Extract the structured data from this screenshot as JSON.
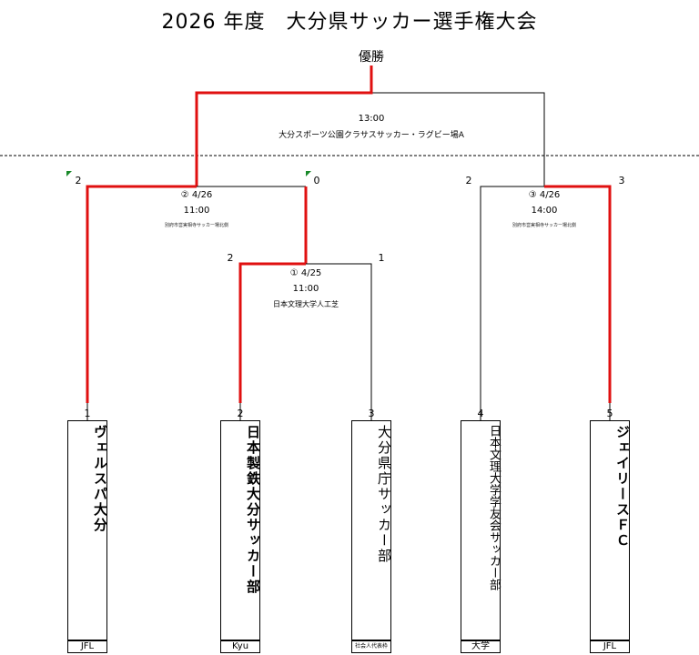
{
  "title": "2026 年度　大分県サッカー選手権大会",
  "champion_label": "優勝",
  "final": {
    "time": "13:00",
    "venue": "大分スポーツ公園クラサスサッカー・ラグビー場A"
  },
  "matches": [
    {
      "label": "② 4/26",
      "time": "11:00",
      "venue": "別府市営実相寺サッカー場北側",
      "score_left": "2",
      "score_right": "0"
    },
    {
      "label": "① 4/25",
      "time": "11:00",
      "venue": "日本文理大学人工芝",
      "score_left": "2",
      "score_right": "1"
    },
    {
      "label": "③ 4/26",
      "time": "14:00",
      "venue": "別府市営実相寺サッカー場北側",
      "score_left": "2",
      "score_right": "3"
    }
  ],
  "teams": [
    {
      "seed": "1",
      "name": "ヴェルスパ大分",
      "category": "JFL"
    },
    {
      "seed": "2",
      "name": "日本製鉄大分サッカー部",
      "category": "Kyu"
    },
    {
      "seed": "3",
      "name": "大分県庁サッカー部",
      "category": "社会人代表枠"
    },
    {
      "seed": "4",
      "name": "日本文理大学学友会サッカー部",
      "category": "大学"
    },
    {
      "seed": "5",
      "name": "ジェイリースＦＣ",
      "category": "JFL"
    }
  ],
  "colors": {
    "winner_line": "#e01010",
    "line": "#000000",
    "flag": "#1a8a2a"
  }
}
